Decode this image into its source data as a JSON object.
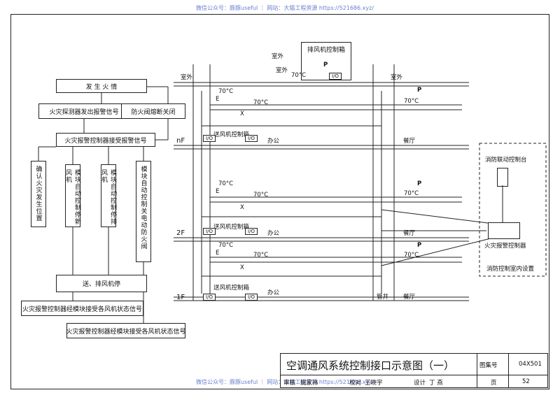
{
  "watermark": {
    "top": "微信公众号：豚豚useful ｜ 网站：大猫工程资源 https://521686.xyz/",
    "bottom": "微信公众号：豚豚useful ｜ 网站：大猫工程资源 https://521686.xyz/"
  },
  "flow": {
    "fire": "发 生 火 情",
    "detector": "火灾探测器发出报警信号",
    "damper_close": "防火阀熔断关闭",
    "controller_signal": "火灾报警控制器接受报警信号",
    "confirm": "确认火灾发生位置",
    "stop_fresh": "模块自动控制停新风机",
    "stop_exhaust": "模块自动控制停排风机",
    "close_damper": "模块自动控制关电动防火阀",
    "fans_stop": "送、排风机停",
    "status1": "火灾报警控制器经模块接受各风机状态信号",
    "status2": "火灾报警控制器经模块接受各风机状态信号"
  },
  "diagram": {
    "outdoor": "室外",
    "exhaust_box": "排风机控制箱",
    "supply_box": "送风机控制箱",
    "temp": "70°C",
    "office": "办公",
    "dining": "餐厅",
    "shaft": "管井",
    "floor_n": "nF",
    "floor_2": "2F",
    "floor_1": "1F",
    "io": "I/O",
    "E": "E",
    "P": "P",
    "X": "X",
    "linkage_panel": "消防联动控制台",
    "alarm_controller": "火灾报警控制器",
    "control_room": "消防控制室内设置"
  },
  "title_block": {
    "title": "空调通风系统控制接口示意图（一）",
    "atlas_label": "图集号",
    "atlas_no": "04X501",
    "review_label": "审核",
    "reviewer": "姚家祎",
    "check_label": "校对",
    "checker": "王晓宇",
    "design_label": "设计",
    "designer": "丁 燕",
    "page_label": "页",
    "page_no": "52"
  }
}
